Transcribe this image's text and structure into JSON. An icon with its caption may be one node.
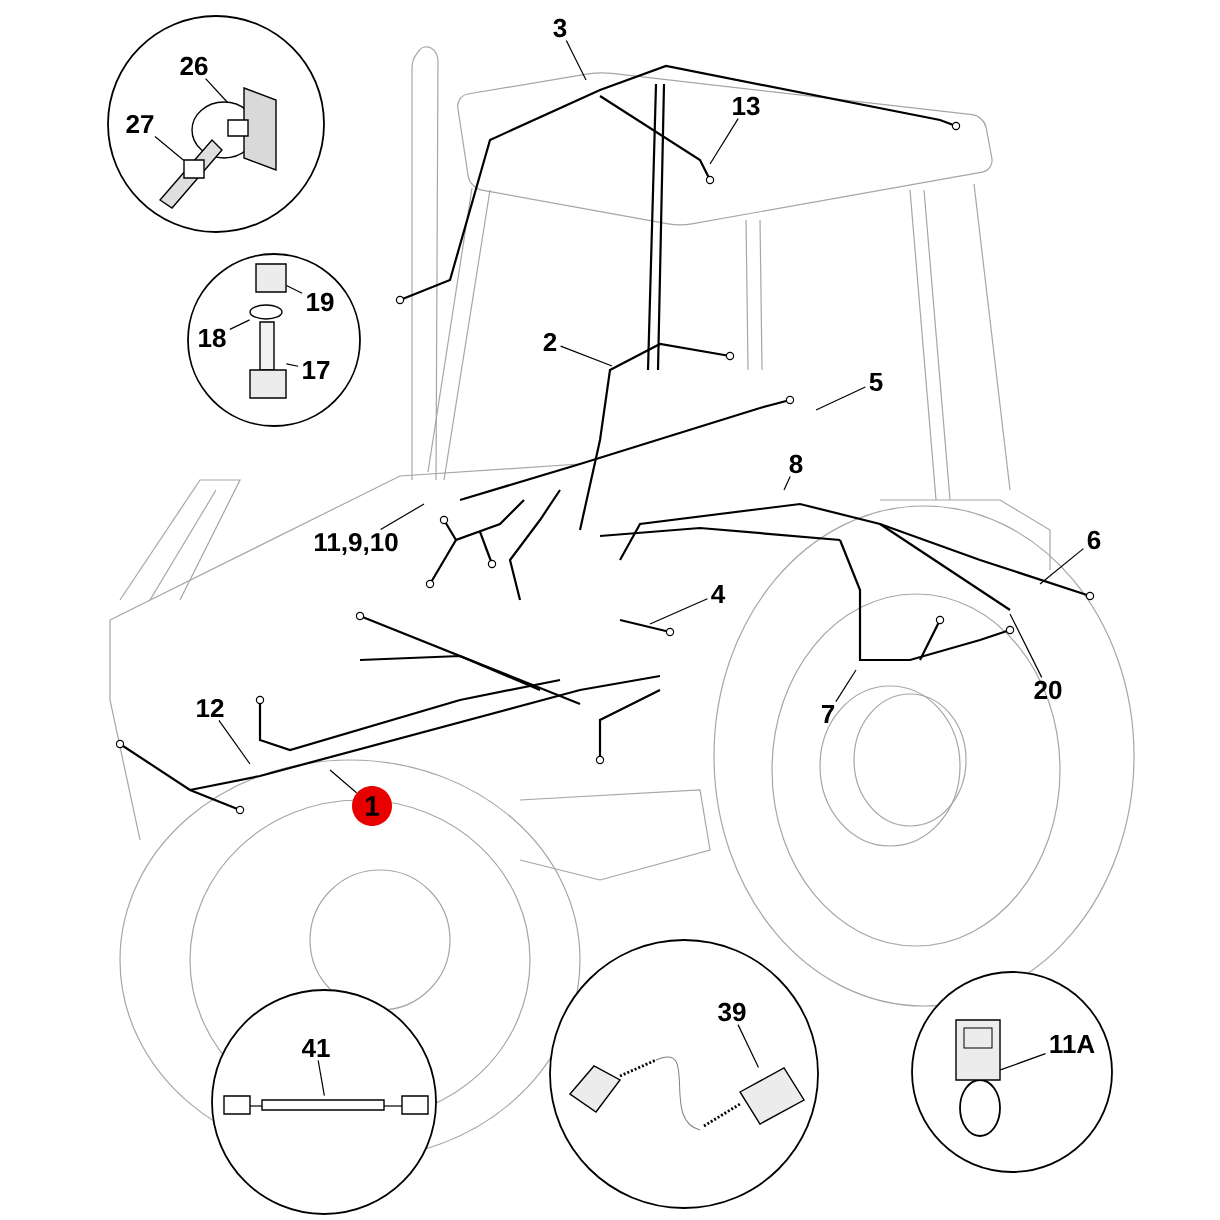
{
  "diagram": {
    "nodes": [
      {
        "text": [],
        "shape": "circle"
      },
      {
        "text": [
          "26"
        ],
        "in": 0
      },
      {
        "text": [
          "27"
        ],
        "in": 0
      },
      {
        "text": [],
        "shape": "circle"
      },
      {
        "text": [
          "19"
        ],
        "in": 3
      },
      {
        "text": [
          "18"
        ],
        "in": 3
      },
      {
        "text": [
          "17"
        ],
        "in": 3
      },
      {
        "text": [
          "3"
        ]
      },
      {
        "text": [
          "13"
        ]
      },
      {
        "text": [
          "2"
        ]
      },
      {
        "text": [
          "5"
        ]
      },
      {
        "text": [
          "8"
        ]
      },
      {
        "text": [
          "11,9,10"
        ]
      },
      {
        "text": [
          "6"
        ]
      },
      {
        "text": [
          "4"
        ]
      },
      {
        "text": [
          "12"
        ]
      },
      {
        "text": [
          "1"
        ]
      },
      {
        "text": [
          "20"
        ]
      },
      {
        "text": [
          "7"
        ]
      },
      {
        "text": [],
        "shape": "circle"
      },
      {
        "text": [
          "41"
        ],
        "in": 19
      },
      {
        "text": [],
        "shape": "circle"
      },
      {
        "text": [
          "39"
        ],
        "in": 21
      },
      {
        "text": [],
        "shape": "circle"
      },
      {
        "text": [
          "11A"
        ],
        "in": 23
      },
      {
        "text": [],
        "shape": "picture",
        "in": 0
      },
      {
        "text": [],
        "shape": "picture",
        "in": 0
      },
      {
        "text": [],
        "shape": "box",
        "in": 3
      },
      {
        "text": [],
        "shape": "circle",
        "in": 3
      },
      {
        "text": [],
        "shape": "picture",
        "in": 3
      },
      {
        "text": [],
        "shape": "picture",
        "in": 19
      },
      {
        "text": [],
        "shape": "picture",
        "in": 21
      },
      {
        "text": [],
        "shape": "picture",
        "in": 23
      }
    ],
    "edges": [
      {
        "from": 1,
        "to": 25,
        "arrow": "none"
      },
      {
        "from": 2,
        "to": 26,
        "arrow": "none"
      },
      {
        "from": 4,
        "to": 27,
        "arrow": "none"
      },
      {
        "from": 5,
        "to": 28,
        "arrow": "none"
      },
      {
        "from": 6,
        "to": 29,
        "arrow": "none"
      },
      {
        "from": 7,
        "to": null,
        "arrow": "none"
      },
      {
        "from": 8,
        "to": null,
        "arrow": "none"
      },
      {
        "from": 9,
        "to": null,
        "arrow": "none"
      },
      {
        "from": 10,
        "to": null,
        "arrow": "none"
      },
      {
        "from": 11,
        "to": null,
        "arrow": "none"
      },
      {
        "from": 12,
        "to": null,
        "arrow": "none"
      },
      {
        "from": 13,
        "to": null,
        "arrow": "none"
      },
      {
        "from": 14,
        "to": null,
        "arrow": "none"
      },
      {
        "from": 15,
        "to": null,
        "arrow": "none"
      },
      {
        "from": 16,
        "to": null,
        "arrow": "none"
      },
      {
        "from": 17,
        "to": null,
        "arrow": "none"
      },
      {
        "from": 18,
        "to": null,
        "arrow": "none"
      },
      {
        "from": 20,
        "to": 30,
        "arrow": "none"
      },
      {
        "from": 22,
        "to": 31,
        "arrow": "none"
      },
      {
        "from": 24,
        "to": 32,
        "arrow": "none"
      }
    ]
  }
}
